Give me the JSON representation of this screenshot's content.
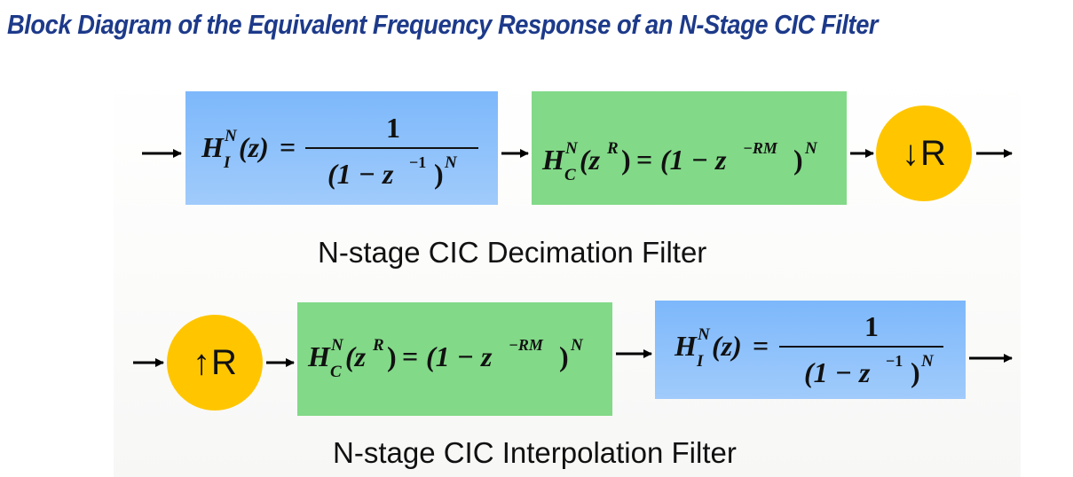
{
  "title": "Block Diagram of the Equivalent Frequency Response of an N-Stage CIC Filter",
  "decimation": {
    "caption": "N-stage CIC Decimation Filter",
    "integrator": {
      "lhs_symbol": "H",
      "lhs_sup": "N",
      "lhs_sub": "I",
      "lhs_arg": "(z)",
      "equals": "=",
      "numerator": "1",
      "denominator": "(1 − z",
      "den_exp": "−1",
      "den_close": ")",
      "den_power": "N"
    },
    "comb": {
      "lhs_symbol": "H",
      "lhs_sup": "N",
      "lhs_sub": "C",
      "lhs_arg": "(z",
      "lhs_arg_exp": "R",
      "lhs_arg_close": ")",
      "equals": "=",
      "rhs": "(1 − z",
      "rhs_exp": "−RM",
      "rhs_close": ")",
      "rhs_power": "N"
    },
    "rate_change": {
      "arrow": "↓",
      "label": "R"
    }
  },
  "interpolation": {
    "caption": "N-stage CIC Interpolation Filter",
    "rate_change": {
      "arrow": "↑",
      "label": "R"
    },
    "comb": {
      "lhs_symbol": "H",
      "lhs_sup": "N",
      "lhs_sub": "C",
      "lhs_arg": "(z",
      "lhs_arg_exp": "R",
      "lhs_arg_close": ")",
      "equals": "=",
      "rhs": "(1 − z",
      "rhs_exp": "−RM",
      "rhs_close": ")",
      "rhs_power": "N"
    },
    "integrator": {
      "lhs_symbol": "H",
      "lhs_sup": "N",
      "lhs_sub": "I",
      "lhs_arg": "(z)",
      "equals": "=",
      "numerator": "1",
      "denominator": "(1 − z",
      "den_exp": "−1",
      "den_close": ")",
      "den_power": "N"
    }
  },
  "colors": {
    "title": "#1d3a8a",
    "integrator_block": "#8cc0fb",
    "comb_block": "#82d988",
    "rate_circle": "#ffc600",
    "arrow": "#000000"
  }
}
